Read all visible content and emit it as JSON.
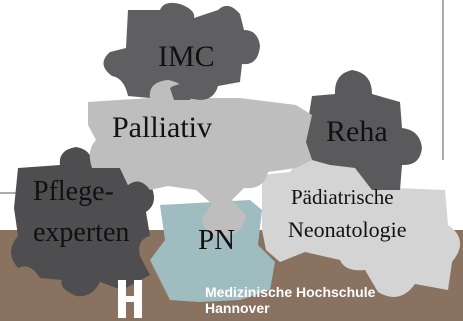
{
  "puzzle": {
    "pieces": [
      {
        "label_lines": [
          "IMC"
        ],
        "color": "#5f5f61"
      },
      {
        "label_lines": [
          "Palliativ"
        ],
        "color": "#bebebe"
      },
      {
        "label_lines": [
          "Reha"
        ],
        "color": "#5a5a5c"
      },
      {
        "label_lines": [
          "Pflege-",
          "experten"
        ],
        "color": "#4e4e50"
      },
      {
        "label_lines": [
          "PN"
        ],
        "color": "#9fbcc0"
      },
      {
        "label_lines": [
          "Pädiatrische",
          "Neonatologie"
        ],
        "color": "#d4d4d4"
      }
    ]
  },
  "banner": {
    "color": "#8a7260",
    "logo_color": "#ffffff",
    "logo_text": [
      "Medizinische Hochschule",
      "Hannover"
    ]
  },
  "frame": {
    "line_color": "#5a5a5a"
  }
}
